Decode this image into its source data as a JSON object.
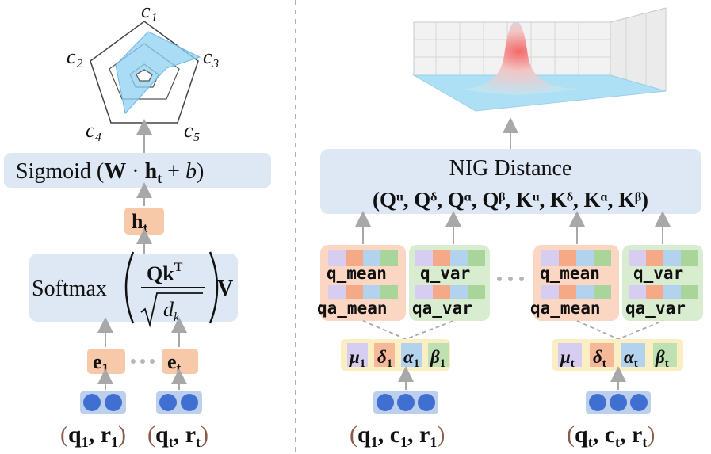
{
  "left": {
    "radar_labels": [
      "c1",
      "c2",
      "c3",
      "c4",
      "c5"
    ],
    "radar_label_display": [
      "c₁",
      "c₂",
      "c₃",
      "c₄",
      "c₅"
    ],
    "sigmoid": {
      "prefix": "Sigmoid (",
      "w": "W",
      "dot": " · ",
      "h": "h",
      "t": "t",
      "plus": " + ",
      "b": "b",
      "close": ")"
    },
    "ht": {
      "h": "h",
      "t": "t"
    },
    "softmax": {
      "word": "Softmax",
      "num": "Qk",
      "sup": "T",
      "den": "d",
      "sub": "k",
      "v": "V"
    },
    "e": [
      {
        "e": "e",
        "sub": "1"
      },
      {
        "e": "e",
        "sub": "t"
      }
    ],
    "inputs": [
      {
        "open": "(",
        "q": "q",
        "qs": "1",
        "comma": ", ",
        "r": "r",
        "rs": "1",
        "close": ")"
      },
      {
        "open": "(",
        "q": "q",
        "qs": "t",
        "comma": ", ",
        "r": "r",
        "rs": "t",
        "close": ")"
      }
    ]
  },
  "right": {
    "nig_title": "NIG Distance",
    "nig_formula": "(Qᵘ, Qᵟ, Qᵅ, Qᵝ, Kᵘ, Kᵟ, Kᵅ, Kᵝ)",
    "groups": [
      {
        "mean": "q_mean",
        "qa_mean": "qa_mean",
        "var": "q_var",
        "qa_var": "qa_var"
      },
      {
        "mean": "q_mean",
        "qa_mean": "qa_mean",
        "var": "q_var",
        "qa_var": "qa_var"
      }
    ],
    "params": [
      {
        "mu": "μ",
        "delta": "δ",
        "alpha": "α",
        "beta": "β",
        "sub": "1"
      },
      {
        "mu": "μ",
        "delta": "δ",
        "alpha": "α",
        "beta": "β",
        "sub": "t"
      }
    ],
    "inputs": [
      {
        "open": "(",
        "q": "q",
        "qs": "1",
        "c": "c",
        "cs": "1",
        "r": "r",
        "rs": "1",
        "close": ")"
      },
      {
        "open": "(",
        "q": "q",
        "qs": "t",
        "c": "c",
        "cs": "t",
        "r": "r",
        "rs": "t",
        "close": ")"
      }
    ]
  },
  "colors": {
    "panel_blue": "#dde8f4",
    "peach": "#f8c9a8",
    "green": "#d8ecd0",
    "param_yellow": "#fbeec2",
    "node_blue": "#3f6fd0",
    "arrow_gray": "#a8a8a8",
    "radar_fill": "#8fd0f2"
  }
}
